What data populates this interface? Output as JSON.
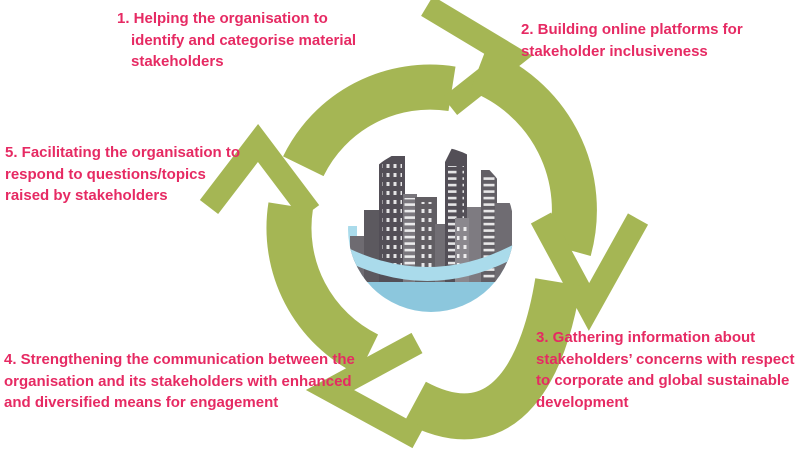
{
  "colors": {
    "arrow_green": "#a5b654",
    "text_pink": "#e62a63",
    "water_light": "#aadbeb",
    "water_deep": "#8cc7dd",
    "building_dark": "#534f57",
    "building_mid": "#615e63",
    "building_light": "#8b888e",
    "window_white": "#ffffff"
  },
  "icons": {
    "center": "city-globe-icon"
  },
  "steps": [
    {
      "id": "1",
      "lines": [
        "1. Helping the organisation to",
        "identify and categorise material",
        "stakeholders"
      ]
    },
    {
      "id": "2",
      "lines": [
        "2. Building online platforms for",
        "stakeholder inclusiveness"
      ]
    },
    {
      "id": "3",
      "lines": [
        "3. Gathering information about",
        "stakeholders’ concerns with respect",
        "to corporate and global sustainable",
        "development"
      ]
    },
    {
      "id": "4",
      "lines": [
        "4. Strengthening the communication between the",
        "organisation and its stakeholders with enhanced",
        "and diversified means for engagement"
      ]
    },
    {
      "id": "5",
      "lines": [
        "5. Facilitating the organisation to",
        "respond to questions/topics",
        "raised by stakeholders"
      ]
    }
  ]
}
